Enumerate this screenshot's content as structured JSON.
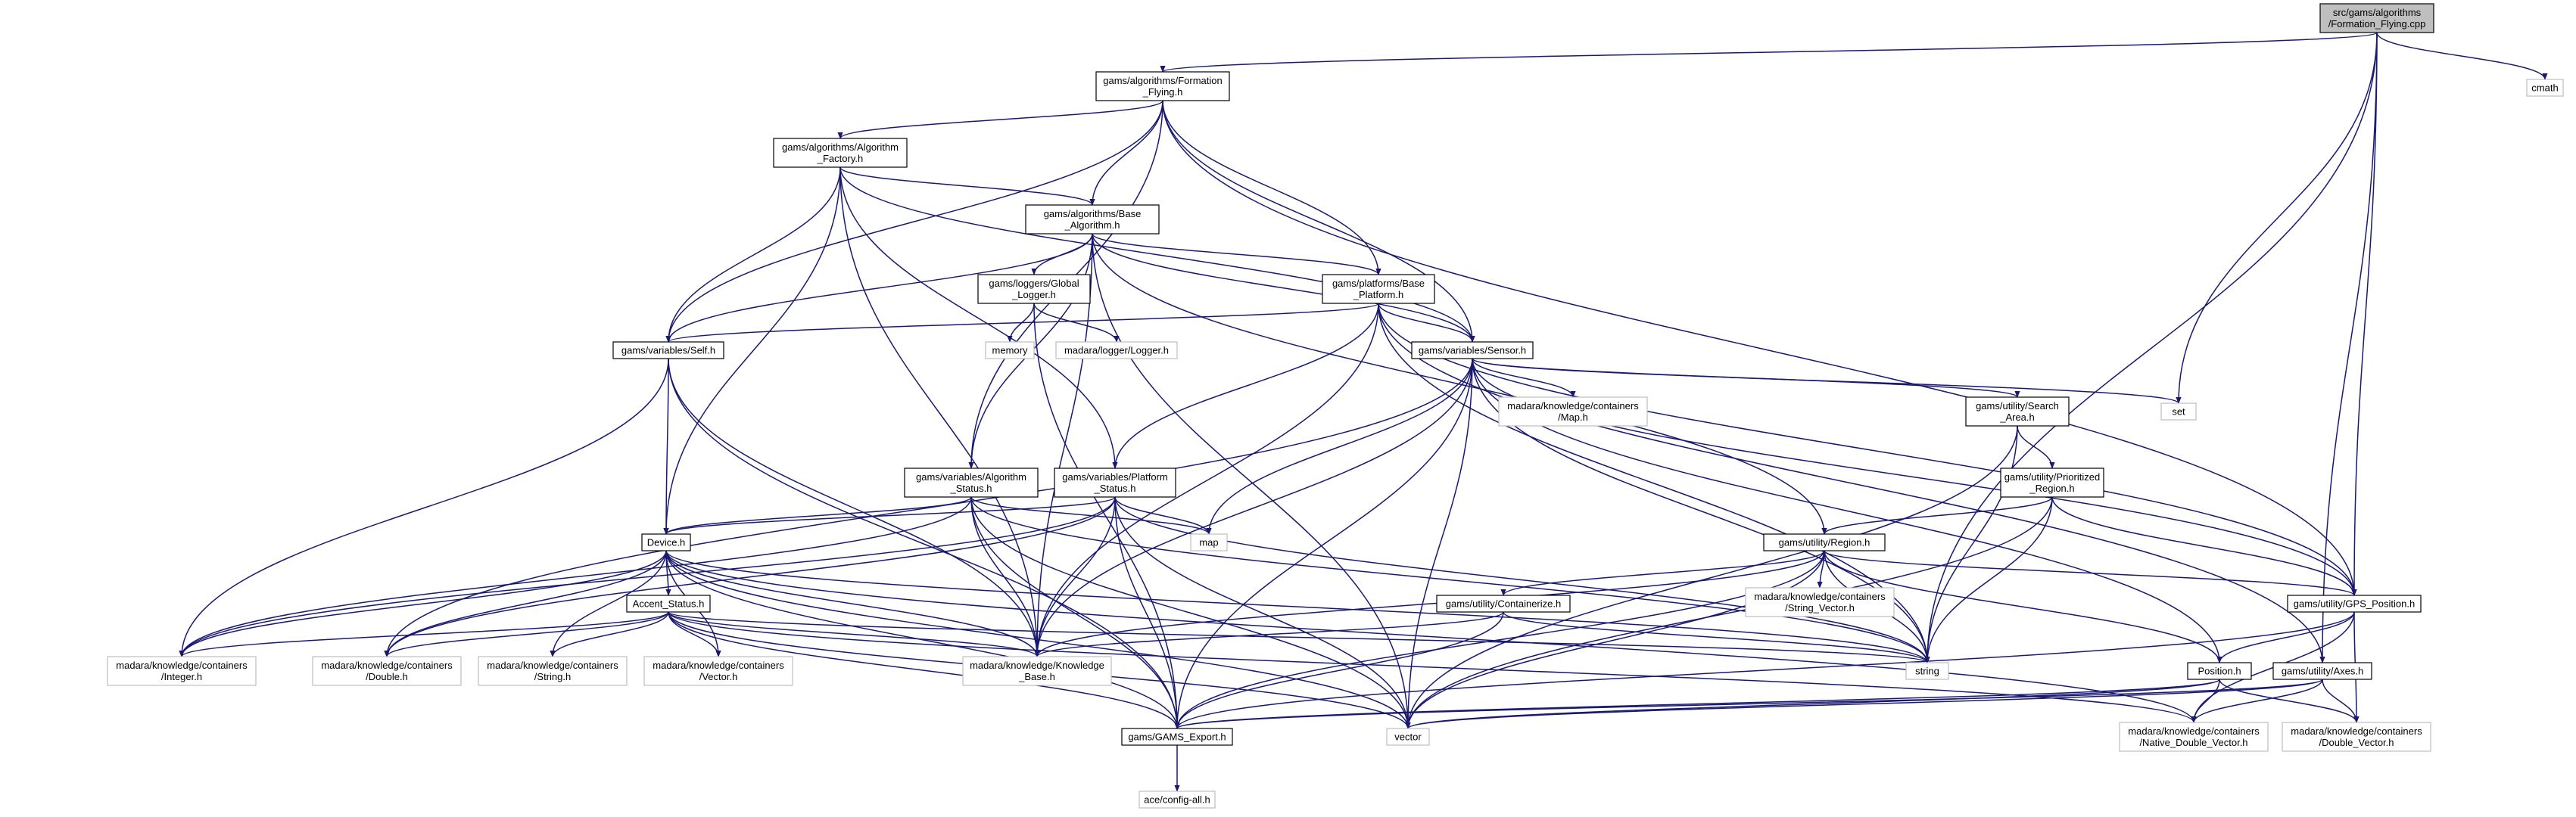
{
  "title": "",
  "nodes": [
    {
      "id": "formation_cpp",
      "lines": [
        "src/gams/algorithms",
        "/Formation_Flying.cpp"
      ],
      "style": "root"
    },
    {
      "id": "cmath",
      "lines": [
        "cmath"
      ],
      "style": "external"
    },
    {
      "id": "formation_h",
      "lines": [
        "gams/algorithms/Formation",
        "_Flying.h"
      ],
      "style": "normal"
    },
    {
      "id": "algfactory",
      "lines": [
        "gams/algorithms/Algorithm",
        "_Factory.h"
      ],
      "style": "normal"
    },
    {
      "id": "basealg",
      "lines": [
        "gams/algorithms/Base",
        "_Algorithm.h"
      ],
      "style": "normal"
    },
    {
      "id": "globallogger",
      "lines": [
        "gams/loggers/Global",
        "_Logger.h"
      ],
      "style": "normal"
    },
    {
      "id": "memory",
      "lines": [
        "memory"
      ],
      "style": "external"
    },
    {
      "id": "madaralogger",
      "lines": [
        "madara/logger/Logger.h"
      ],
      "style": "external"
    },
    {
      "id": "baseplatform",
      "lines": [
        "gams/platforms/Base",
        "_Platform.h"
      ],
      "style": "normal"
    },
    {
      "id": "self",
      "lines": [
        "gams/variables/Self.h"
      ],
      "style": "normal"
    },
    {
      "id": "sensor",
      "lines": [
        "gams/variables/Sensor.h"
      ],
      "style": "normal"
    },
    {
      "id": "mapcont",
      "lines": [
        "madara/knowledge/containers",
        "/Map.h"
      ],
      "style": "external"
    },
    {
      "id": "set",
      "lines": [
        "set"
      ],
      "style": "external"
    },
    {
      "id": "searcharea",
      "lines": [
        "gams/utility/Search",
        "_Area.h"
      ],
      "style": "normal"
    },
    {
      "id": "prioritized",
      "lines": [
        "gams/utility/Prioritized",
        "_Region.h"
      ],
      "style": "normal"
    },
    {
      "id": "algstatus",
      "lines": [
        "gams/variables/Algorithm",
        "_Status.h"
      ],
      "style": "normal"
    },
    {
      "id": "platstatus",
      "lines": [
        "gams/variables/Platform",
        "_Status.h"
      ],
      "style": "normal"
    },
    {
      "id": "map",
      "lines": [
        "map"
      ],
      "style": "external"
    },
    {
      "id": "device",
      "lines": [
        "Device.h"
      ],
      "style": "normal"
    },
    {
      "id": "region",
      "lines": [
        "gams/utility/Region.h"
      ],
      "style": "normal"
    },
    {
      "id": "strvec",
      "lines": [
        "madara/knowledge/containers",
        "/String_Vector.h"
      ],
      "style": "external"
    },
    {
      "id": "containerize",
      "lines": [
        "gams/utility/Containerize.h"
      ],
      "style": "normal"
    },
    {
      "id": "gps",
      "lines": [
        "gams/utility/GPS_Position.h"
      ],
      "style": "normal"
    },
    {
      "id": "accent",
      "lines": [
        "Accent_Status.h"
      ],
      "style": "normal"
    },
    {
      "id": "integer",
      "lines": [
        "madara/knowledge/containers",
        "/Integer.h"
      ],
      "style": "external"
    },
    {
      "id": "double",
      "lines": [
        "madara/knowledge/containers",
        "/Double.h"
      ],
      "style": "external"
    },
    {
      "id": "string_h",
      "lines": [
        "madara/knowledge/containers",
        "/String.h"
      ],
      "style": "external"
    },
    {
      "id": "vector_h",
      "lines": [
        "madara/knowledge/containers",
        "/Vector.h"
      ],
      "style": "external"
    },
    {
      "id": "kbase",
      "lines": [
        "madara/knowledge/Knowledge",
        "_Base.h"
      ],
      "style": "external"
    },
    {
      "id": "string",
      "lines": [
        "string"
      ],
      "style": "external"
    },
    {
      "id": "position",
      "lines": [
        "Position.h"
      ],
      "style": "normal"
    },
    {
      "id": "axes",
      "lines": [
        "gams/utility/Axes.h"
      ],
      "style": "normal"
    },
    {
      "id": "gamsexport",
      "lines": [
        "gams/GAMS_Export.h"
      ],
      "style": "normal"
    },
    {
      "id": "vector",
      "lines": [
        "vector"
      ],
      "style": "external"
    },
    {
      "id": "nativedv",
      "lines": [
        "madara/knowledge/containers",
        "/Native_Double_Vector.h"
      ],
      "style": "external"
    },
    {
      "id": "dvh",
      "lines": [
        "madara/knowledge/containers",
        "/Double_Vector.h"
      ],
      "style": "external"
    },
    {
      "id": "aceconfig",
      "lines": [
        "ace/config-all.h"
      ],
      "style": "external"
    }
  ],
  "edges": [
    [
      "formation_cpp",
      "formation_h"
    ],
    [
      "formation_cpp",
      "cmath"
    ],
    [
      "formation_cpp",
      "set"
    ],
    [
      "formation_cpp",
      "string"
    ],
    [
      "formation_cpp",
      "gps"
    ],
    [
      "formation_cpp",
      "axes"
    ],
    [
      "formation_h",
      "algfactory"
    ],
    [
      "formation_h",
      "basealg"
    ],
    [
      "formation_h",
      "baseplatform"
    ],
    [
      "formation_h",
      "self"
    ],
    [
      "formation_h",
      "sensor"
    ],
    [
      "formation_h",
      "algstatus"
    ],
    [
      "formation_h",
      "gps"
    ],
    [
      "algfactory",
      "basealg"
    ],
    [
      "algfactory",
      "self"
    ],
    [
      "algfactory",
      "sensor"
    ],
    [
      "algfactory",
      "platstatus"
    ],
    [
      "algfactory",
      "device"
    ],
    [
      "algfactory",
      "kbase"
    ],
    [
      "basealg",
      "globallogger"
    ],
    [
      "basealg",
      "baseplatform"
    ],
    [
      "basealg",
      "self"
    ],
    [
      "basealg",
      "sensor"
    ],
    [
      "basealg",
      "algstatus"
    ],
    [
      "basealg",
      "region"
    ],
    [
      "basealg",
      "kbase"
    ],
    [
      "basealg",
      "vector"
    ],
    [
      "globallogger",
      "memory"
    ],
    [
      "globallogger",
      "madaralogger"
    ],
    [
      "globallogger",
      "gamsexport"
    ],
    [
      "baseplatform",
      "self"
    ],
    [
      "baseplatform",
      "sensor"
    ],
    [
      "baseplatform",
      "platstatus"
    ],
    [
      "baseplatform",
      "gps"
    ],
    [
      "baseplatform",
      "kbase"
    ],
    [
      "baseplatform",
      "string"
    ],
    [
      "baseplatform",
      "axes"
    ],
    [
      "self",
      "device"
    ],
    [
      "self",
      "kbase"
    ],
    [
      "self",
      "gamsexport"
    ],
    [
      "self",
      "integer"
    ],
    [
      "sensor",
      "mapcont"
    ],
    [
      "sensor",
      "set"
    ],
    [
      "sensor",
      "searcharea"
    ],
    [
      "sensor",
      "gps"
    ],
    [
      "sensor",
      "position"
    ],
    [
      "sensor",
      "kbase"
    ],
    [
      "sensor",
      "gamsexport"
    ],
    [
      "sensor",
      "map"
    ],
    [
      "sensor",
      "string"
    ],
    [
      "sensor",
      "vector"
    ],
    [
      "sensor",
      "double"
    ],
    [
      "searcharea",
      "prioritized"
    ],
    [
      "searcharea",
      "string"
    ],
    [
      "searcharea",
      "vector"
    ],
    [
      "prioritized",
      "region"
    ],
    [
      "prioritized",
      "gps"
    ],
    [
      "prioritized",
      "string"
    ],
    [
      "prioritized",
      "vector"
    ],
    [
      "algstatus",
      "device"
    ],
    [
      "algstatus",
      "map"
    ],
    [
      "algstatus",
      "kbase"
    ],
    [
      "algstatus",
      "integer"
    ],
    [
      "algstatus",
      "gamsexport"
    ],
    [
      "algstatus",
      "string"
    ],
    [
      "algstatus",
      "vector"
    ],
    [
      "platstatus",
      "device"
    ],
    [
      "platstatus",
      "map"
    ],
    [
      "platstatus",
      "kbase"
    ],
    [
      "platstatus",
      "double"
    ],
    [
      "platstatus",
      "gamsexport"
    ],
    [
      "platstatus",
      "string"
    ],
    [
      "platstatus",
      "vector"
    ],
    [
      "platstatus",
      "integer"
    ],
    [
      "device",
      "accent"
    ],
    [
      "device",
      "integer"
    ],
    [
      "device",
      "double"
    ],
    [
      "device",
      "string_h"
    ],
    [
      "device",
      "vector_h"
    ],
    [
      "device",
      "kbase"
    ],
    [
      "device",
      "gamsexport"
    ],
    [
      "device",
      "string"
    ],
    [
      "device",
      "nativedv"
    ],
    [
      "device",
      "vector"
    ],
    [
      "region",
      "strvec"
    ],
    [
      "region",
      "containerize"
    ],
    [
      "region",
      "gps"
    ],
    [
      "region",
      "position"
    ],
    [
      "region",
      "string"
    ],
    [
      "region",
      "vector"
    ],
    [
      "region",
      "gamsexport"
    ],
    [
      "region",
      "kbase"
    ],
    [
      "containerize",
      "kbase"
    ],
    [
      "containerize",
      "gamsexport"
    ],
    [
      "containerize",
      "string"
    ],
    [
      "gps",
      "position"
    ],
    [
      "gps",
      "gamsexport"
    ],
    [
      "gps",
      "nativedv"
    ],
    [
      "gps",
      "dvh"
    ],
    [
      "accent",
      "integer"
    ],
    [
      "accent",
      "double"
    ],
    [
      "accent",
      "string_h"
    ],
    [
      "accent",
      "vector_h"
    ],
    [
      "accent",
      "kbase"
    ],
    [
      "accent",
      "gamsexport"
    ],
    [
      "accent",
      "string"
    ],
    [
      "accent",
      "vector"
    ],
    [
      "accent",
      "nativedv"
    ],
    [
      "position",
      "gamsexport"
    ],
    [
      "position",
      "vector"
    ],
    [
      "position",
      "nativedv"
    ],
    [
      "position",
      "dvh"
    ],
    [
      "axes",
      "gamsexport"
    ],
    [
      "axes",
      "vector"
    ],
    [
      "axes",
      "nativedv"
    ],
    [
      "axes",
      "dvh"
    ],
    [
      "gamsexport",
      "aceconfig"
    ]
  ]
}
